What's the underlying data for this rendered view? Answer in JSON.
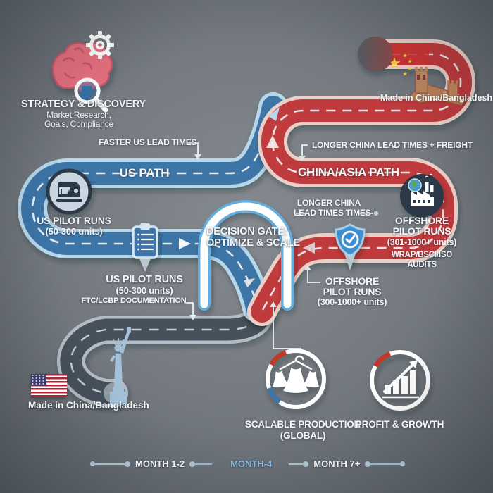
{
  "strategy": {
    "title": "STRATEGY & DISCOVERY",
    "sub1": "Market Research,",
    "sub2": "Goals, Compliance"
  },
  "paths": {
    "us": "US PATH",
    "china": "CHINA/ASIA PATH"
  },
  "annotations": {
    "faster_us": "FASTER US LEAD TIMES",
    "freight": "LONGER CHINA LEAD TIMES + FREIGHT",
    "longer1": "LONGER CHINA",
    "longer2": "LEAD TIMES TIMES"
  },
  "us_pilot_road": {
    "l1": "US PILOT RUNS",
    "l2": "(50-300 units)"
  },
  "us_pilot_callout": {
    "l1": "US PILOT RUNS",
    "l2": "(50-300 units)",
    "l3": "FTC/LCBP DOCUMENTATION"
  },
  "gate": {
    "l1": "DECISION GATE:",
    "l2": "OPTIMIZE & SCALE"
  },
  "offshore_road": {
    "l1": "OFFSHORE",
    "l2": "PILOT RUNS",
    "l3": "(301-1000+ units)",
    "l4": "WRAP/BSCI/ISO",
    "l5": "AUDITS"
  },
  "offshore_callout": {
    "l1": "OFFSHORE",
    "l2": "PILOT RUNS",
    "l3": "(300-1000+ units)"
  },
  "origins": {
    "china": "Made in China/Bangladesh",
    "us": "Made in China/Bangladesh"
  },
  "outcomes": {
    "scalable1": "SCALABLE PRODUCTION",
    "scalable2": "(GLOBAL)",
    "profit": "PROFIT & GROWTH"
  },
  "timeline": {
    "m12": "MONTH 1-2",
    "m4": "MONTH-4",
    "m7": "MONTH 7+"
  },
  "colors": {
    "us_road": "#3c74a7",
    "us_road_edge": "#b7d7ea",
    "china_road": "#bf3a3e",
    "china_road_edge": "#ead0c9",
    "merged_road": "#47515c",
    "merged_road_edge": "#b4bdc5",
    "accent_month4": "#8abbdd",
    "icon_navy": "#2b3847",
    "shield_blue": "#3e8ed2",
    "brain_pink": "#e5707f",
    "statue_blue": "#a3c2da",
    "star_yellow": "#f7d24a"
  },
  "icon_names": [
    "brain-icon",
    "gear-icon",
    "magnifier-icon",
    "sewing-machine-icon",
    "clipboard-icon",
    "factory-globe-icon",
    "shield-check-icon",
    "dresses-hanger-icon",
    "growth-chart-icon",
    "statue-of-liberty-icon",
    "us-flag-icon",
    "china-flag-stars-icon",
    "great-wall-icon"
  ]
}
